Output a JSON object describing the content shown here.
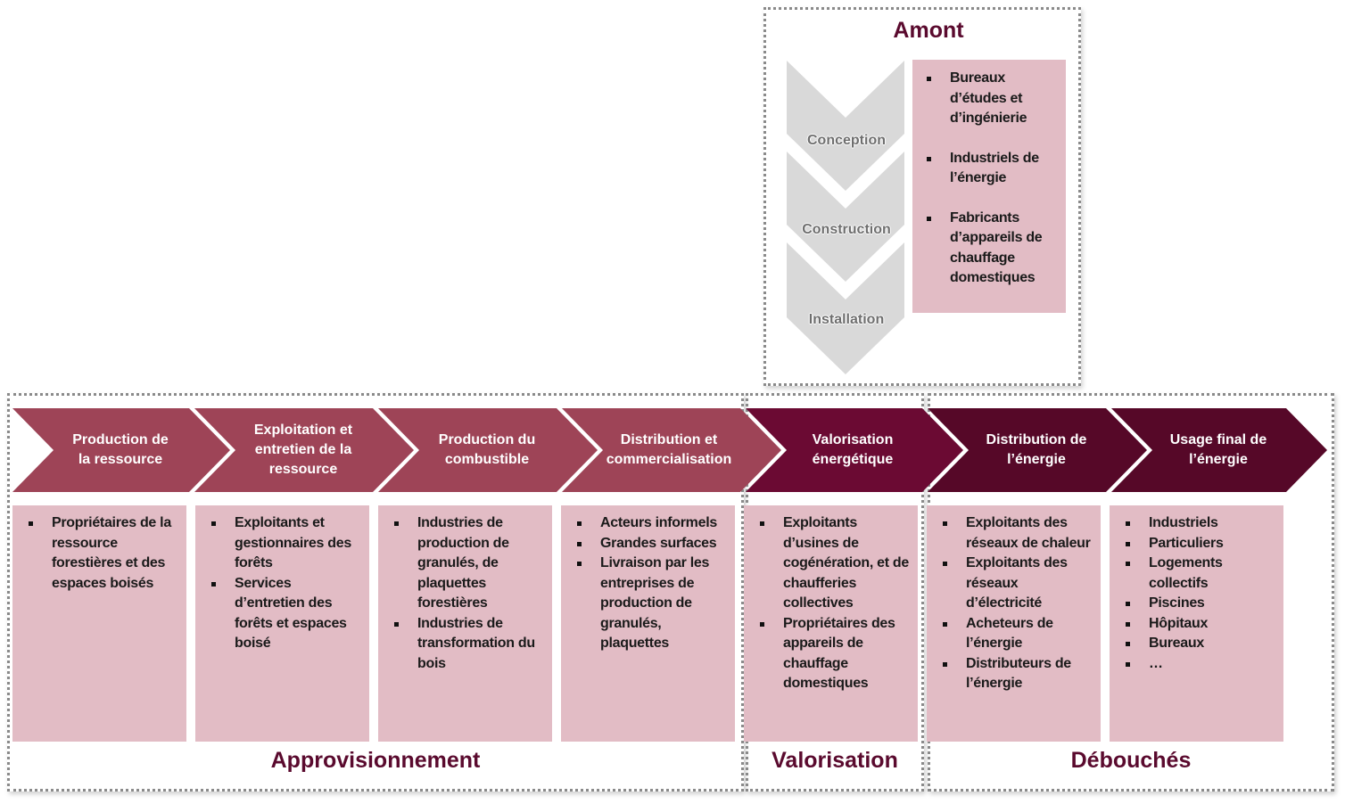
{
  "amont": {
    "title": "Amont",
    "steps": [
      "Conception",
      "Construction",
      "Installation"
    ],
    "items": [
      "Bureaux d’études et d’ingénierie",
      "Industriels de l’énergie",
      "Fabricants d’appareils de chauffage domestiques"
    ]
  },
  "groups": {
    "approvisionnement": "Approvisionnement",
    "valorisation": "Valorisation",
    "debouches": "Débouchés"
  },
  "stages": [
    {
      "label": "Production de\nla  ressource",
      "color": "#9e4457",
      "items": [
        "Propriétaires de la ressource forestières et des espaces boisés"
      ]
    },
    {
      "label": "Exploitation et\nentretien de la\nressource",
      "color": "#9e4457",
      "items": [
        "Exploitants et gestionnaires des forêts",
        "Services d’entretien des forêts et espaces boisé"
      ]
    },
    {
      "label": "Production du\ncombustible",
      "color": "#9e4457",
      "items": [
        "Industries  de production de granulés, de plaquettes forestières",
        "Industries  de transformation du bois"
      ]
    },
    {
      "label": "Distribution et\ncommercialisation",
      "color": "#9e4457",
      "items": [
        "Acteurs informels",
        "Grandes surfaces",
        "Livraison par les entreprises de production de granulés, plaquettes"
      ]
    },
    {
      "label": "Valorisation\nénergétique",
      "color": "#6b0a33",
      "items": [
        "Exploitants d’usines de cogénération, et de chaufferies collectives",
        "Propriétaires des appareils de chauffage domestiques"
      ]
    },
    {
      "label": "Distribution de\nl’énergie",
      "color": "#560828",
      "items": [
        "Exploitants des réseaux de chaleur",
        "Exploitants des réseaux d’électricité",
        "Acheteurs de l’énergie",
        "Distributeurs de l’énergie"
      ]
    },
    {
      "label": "Usage final de\nl’énergie",
      "color": "#560828",
      "items": [
        "Industriels",
        "Particuliers",
        "Logements collectifs",
        "Piscines",
        "Hôpitaux",
        "Bureaux",
        "…"
      ]
    }
  ],
  "colors": {
    "light_stage": "#9e4457",
    "valorisation_stage": "#6b0a33",
    "debouches_stage": "#560828",
    "card": "#e2bcc5",
    "title": "#5a0a2e",
    "amont_chevron": "#d9d9d9"
  }
}
